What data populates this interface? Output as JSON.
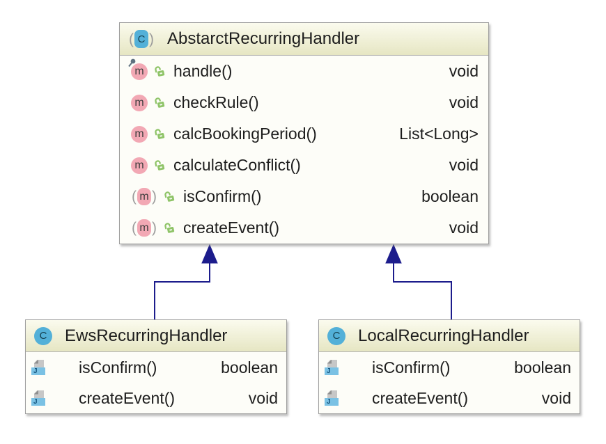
{
  "diagram": {
    "colors": {
      "page_bg": "#ffffff",
      "arrow": "#1c1c8c",
      "box_border": "#9e9e9e",
      "header_gradient_top": "#fbfbee",
      "header_gradient_bottom": "#e6e6c3",
      "body_bg": "#fdfdf8",
      "separator": "#b3b3b3",
      "method_pink": "#f2a8b4",
      "lock_green": "#8fc468",
      "class_blue": "#53b0d8",
      "java_band_blue": "#7ac1e4"
    },
    "icon_letters": {
      "method": "m",
      "class": "C",
      "java": "J",
      "paren_open": "(",
      "paren_close": ")"
    },
    "classes": [
      {
        "name": "AbstarctRecurringHandler",
        "kind": "abstract-class",
        "methods": [
          {
            "name": "handle()",
            "type": "void",
            "icon": "final-method"
          },
          {
            "name": "checkRule()",
            "type": "void",
            "icon": "method"
          },
          {
            "name": "calcBookingPeriod()",
            "type": "List<Long>",
            "icon": "method"
          },
          {
            "name": "calculateConflict()",
            "type": "void",
            "icon": "method"
          },
          {
            "name": "isConfirm()",
            "type": "boolean",
            "icon": "abstract-method"
          },
          {
            "name": "createEvent()",
            "type": "void",
            "icon": "abstract-method"
          }
        ]
      },
      {
        "name": "EwsRecurringHandler",
        "kind": "class",
        "methods": [
          {
            "name": "isConfirm()",
            "type": "boolean",
            "icon": "java-file"
          },
          {
            "name": "createEvent()",
            "type": "void",
            "icon": "java-file"
          }
        ]
      },
      {
        "name": "LocalRecurringHandler",
        "kind": "class",
        "methods": [
          {
            "name": "isConfirm()",
            "type": "boolean",
            "icon": "java-file"
          },
          {
            "name": "createEvent()",
            "type": "void",
            "icon": "java-file"
          }
        ]
      }
    ]
  }
}
